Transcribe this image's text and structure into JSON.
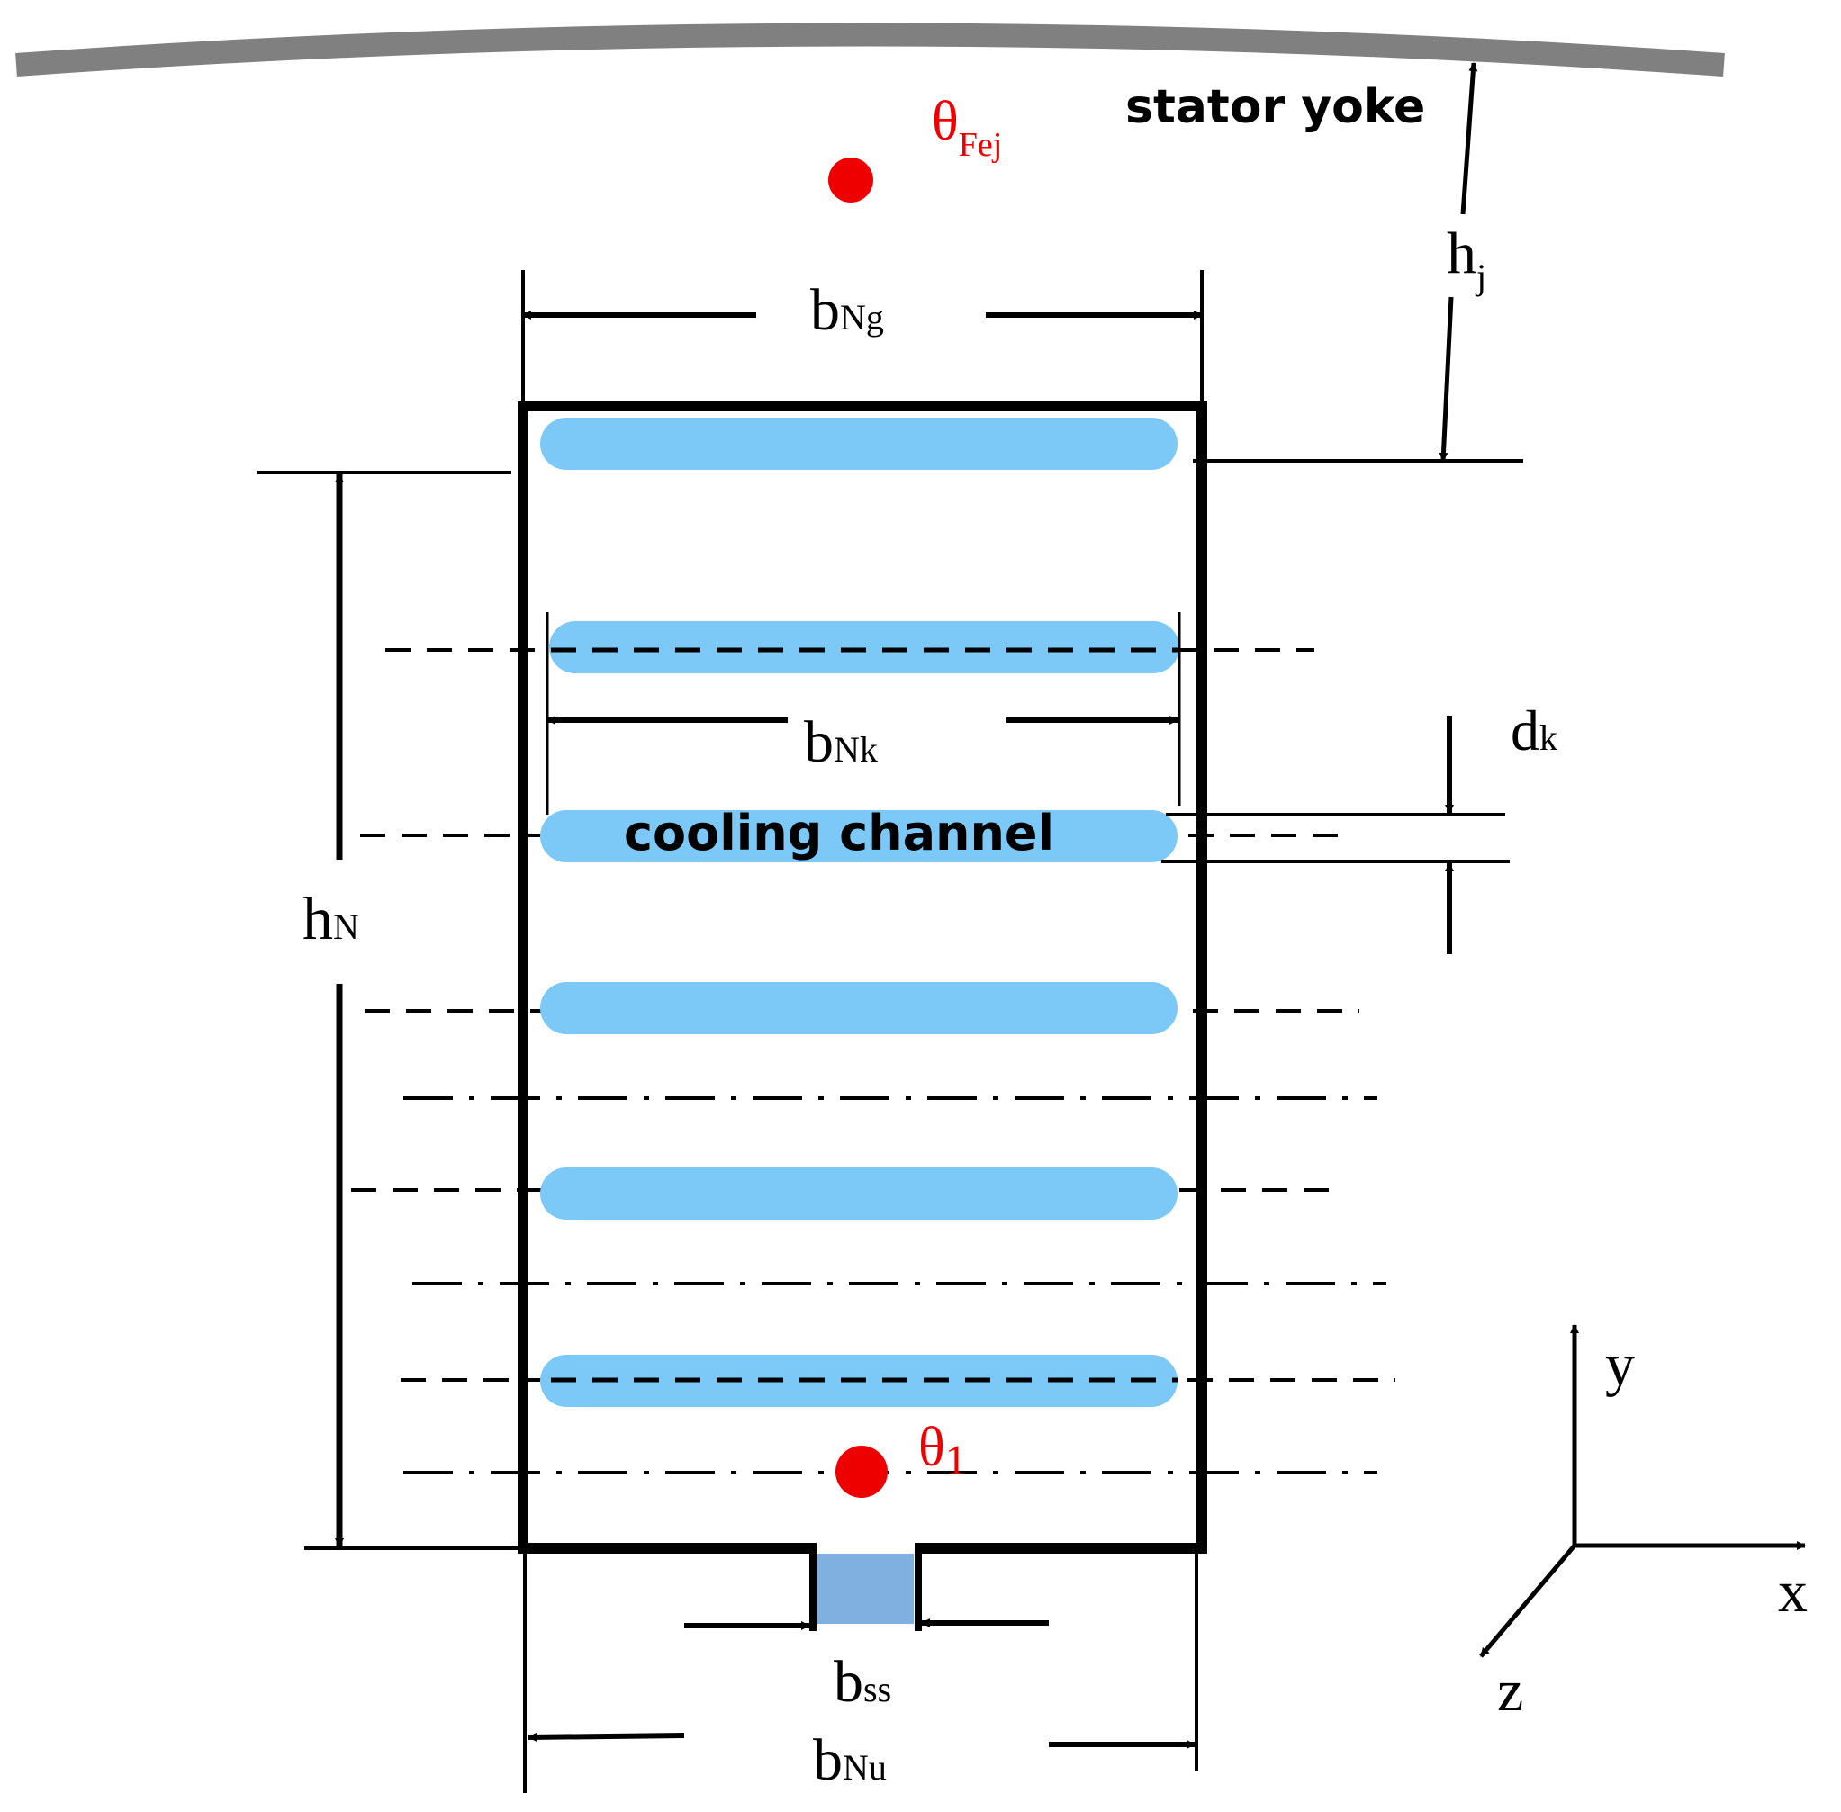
{
  "labels": {
    "stator_yoke": "stator yoke",
    "cooling_channel": "cooling channel",
    "theta_fej": {
      "main": "θ",
      "sub": "Fej"
    },
    "theta_1": {
      "main": "θ",
      "sub": "1"
    },
    "h_j": {
      "main": "h",
      "sub": "j"
    },
    "b_ng": {
      "main": "b",
      "sub": "Ng"
    },
    "b_nk": {
      "main": "b",
      "sub": "Nk"
    },
    "d_k": {
      "main": "d",
      "sub": "k"
    },
    "h_n": {
      "main": "h",
      "sub": "N"
    },
    "b_ss": {
      "main": "b",
      "sub": "ss"
    },
    "b_nu": {
      "main": "b",
      "sub": "Nu"
    }
  },
  "axes": {
    "y": "y",
    "x": "x",
    "z": "z"
  },
  "colors": {
    "line": "#000000",
    "yoke": "#808080",
    "channel": "#7cc8f7",
    "slot_opening": "#7fb0e0",
    "temperature_point": "#ee0000"
  }
}
